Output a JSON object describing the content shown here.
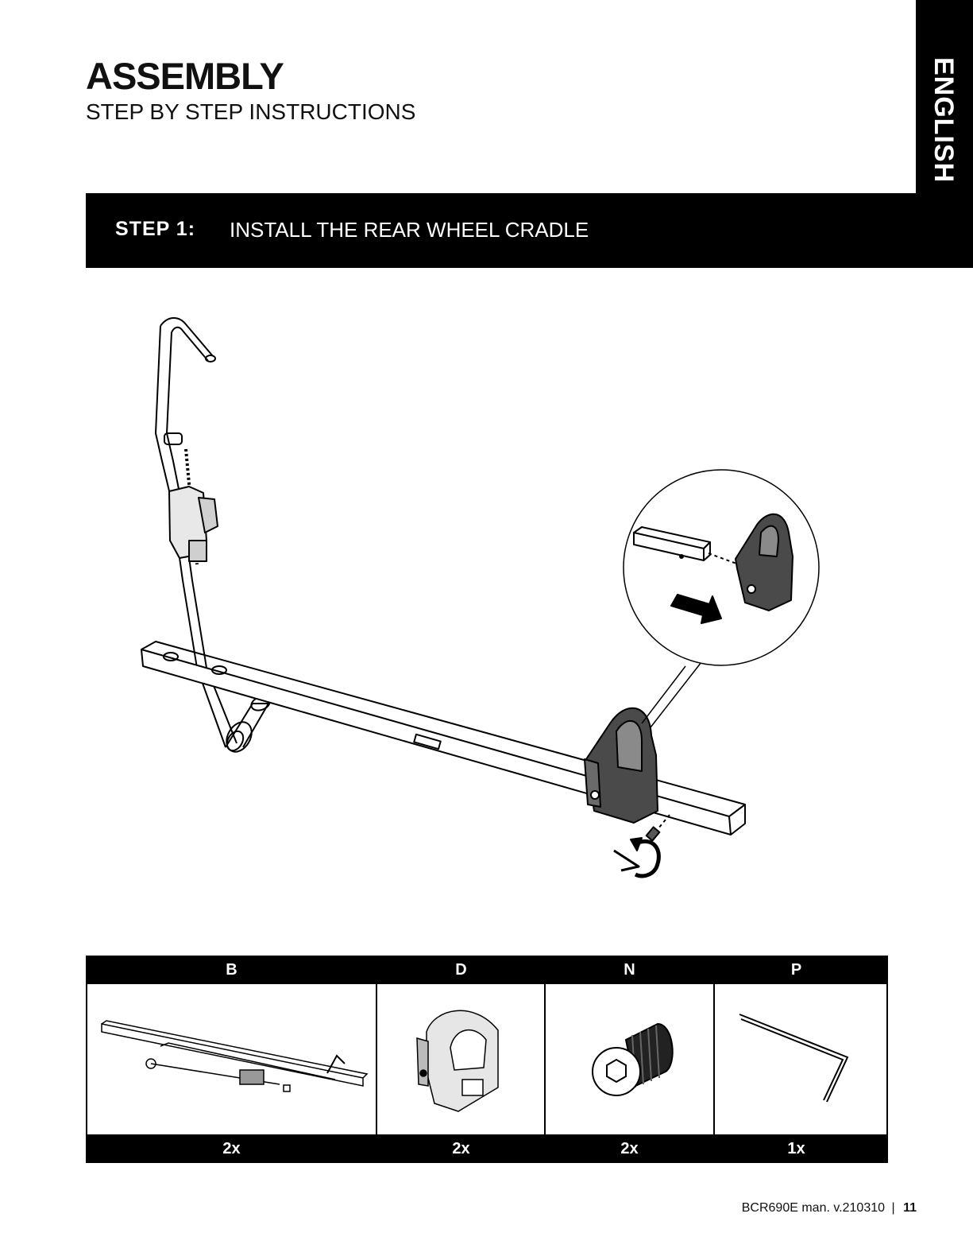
{
  "header": {
    "title": "ASSEMBLY",
    "subtitle": "STEP BY STEP INSTRUCTIONS",
    "language_tab": "ENGLISH"
  },
  "step": {
    "label": "STEP  1:",
    "text": "INSTALL THE REAR WHEEL CRADLE"
  },
  "parts": [
    {
      "letter": "B",
      "qty": "2x",
      "icon": "tray-assembly-icon"
    },
    {
      "letter": "D",
      "qty": "2x",
      "icon": "wheel-cradle-icon"
    },
    {
      "letter": "N",
      "qty": "2x",
      "icon": "button-head-bolt-icon"
    },
    {
      "letter": "P",
      "qty": "1x",
      "icon": "hex-key-icon"
    }
  ],
  "footer": {
    "doc": "BCR690E man. v.210310",
    "sep": "|",
    "page": "11"
  },
  "colors": {
    "ink": "#000000",
    "paper": "#ffffff",
    "part_fill": "#4a4a4a"
  }
}
